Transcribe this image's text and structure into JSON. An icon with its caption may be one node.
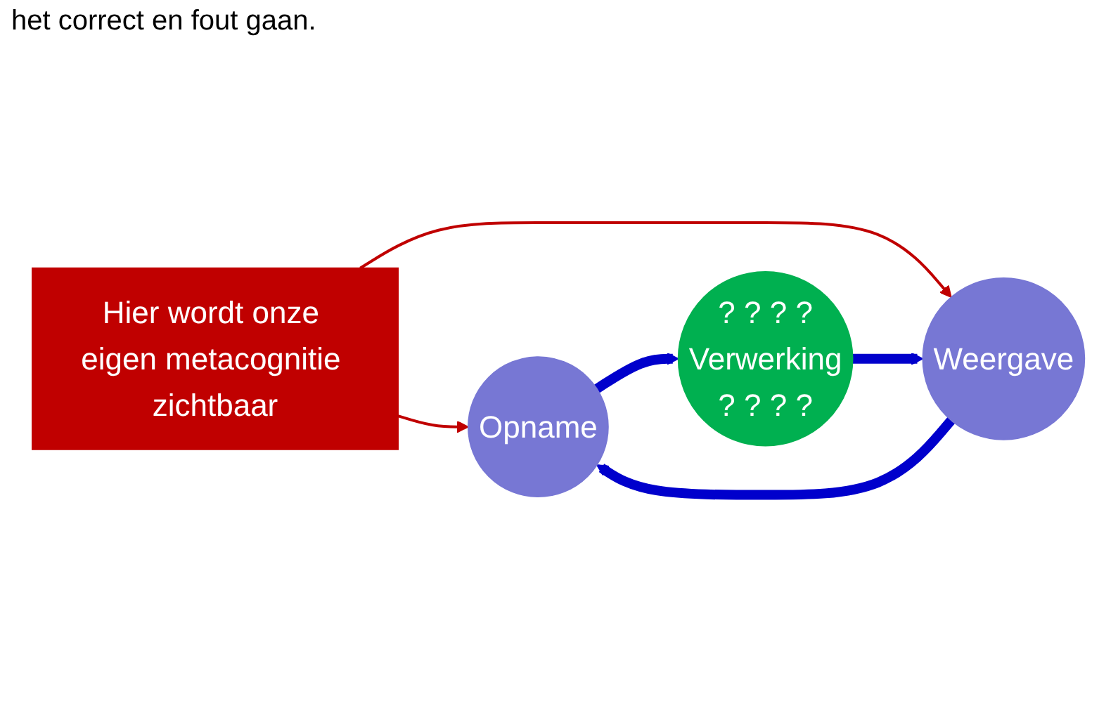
{
  "diagram": {
    "nodes": [
      {
        "text": [
          "Hier wordt onze eigen metacognitie zichtbaar"
        ]
      },
      {
        "text": [
          "Opname"
        ]
      },
      {
        "text": [
          "? ? ? ?",
          "Verwerking",
          "? ? ? ?"
        ]
      },
      {
        "text": [
          "Weergave"
        ]
      }
    ],
    "edges": [
      {
        "from": 0,
        "to": 1,
        "arrow": "to",
        "color": "#c00000"
      },
      {
        "from": 0,
        "to": 3,
        "arrow": "to",
        "color": "#c00000"
      },
      {
        "from": 1,
        "to": 2,
        "arrow": "to"
      },
      {
        "from": 2,
        "to": 3,
        "arrow": "to"
      },
      {
        "from": 3,
        "to": 1,
        "arrow": "to"
      }
    ],
    "labels": [
      "het correct en fout gaan."
    ]
  }
}
